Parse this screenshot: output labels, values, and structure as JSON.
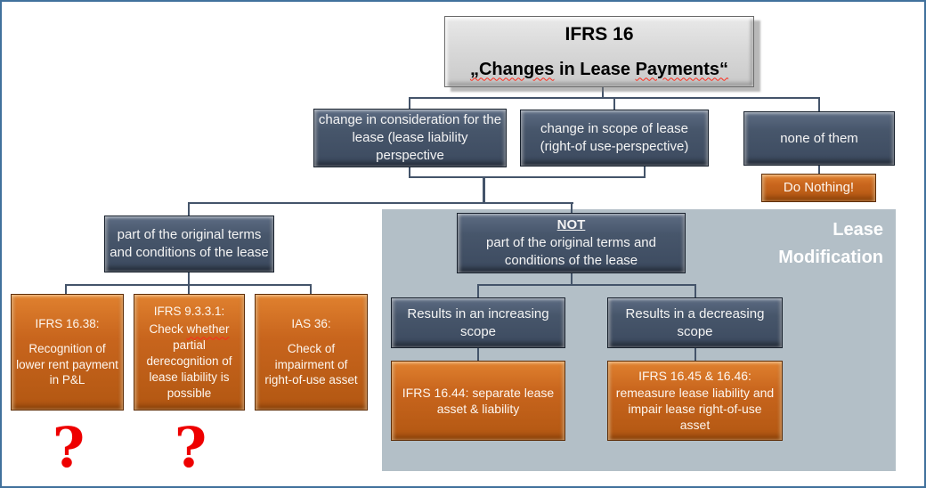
{
  "title": {
    "line1": "IFRS 16",
    "q_open": "„Changes",
    "mid": " in Lease ",
    "w2": "Payments“"
  },
  "level2": {
    "consideration": "change in consideration for the lease (lease liability perspective",
    "scope": "change in scope of lease (right-of use-perspective)",
    "none": "none of them"
  },
  "actions": {
    "do_nothing": "Do Nothing!"
  },
  "level3": {
    "original_terms": "part of the original terms and conditions of the lease",
    "not_emphasis": "NOT",
    "not_rest": "part of the original terms and conditions of the lease"
  },
  "region": {
    "label_line1": "Lease",
    "label_line2": "Modification"
  },
  "level4": {
    "increasing": "Results in an increasing scope",
    "decreasing": "Results in a decreasing scope"
  },
  "outcomes": {
    "ifrs_16_38_heading": "IFRS 16.38:",
    "ifrs_16_38_body": "Recognition of lower rent payment in P&L",
    "ifrs_9331_heading": "IFRS 9.3.3.1:",
    "ifrs_9331_pre": "Check ",
    "ifrs_9331_marked": "whether",
    "ifrs_9331_post": " partial derecognition of lease liability is possible",
    "ias_36_heading": "IAS 36:",
    "ias_36_body": "Check of impairment of right-of-use asset",
    "ifrs_16_44": "IFRS 16.44: separate lease asset & liability",
    "ifrs_16_45": "IFRS 16.45 & 16.46: remeasure lease liability and impair lease right-of-use asset"
  },
  "annotations": {
    "question_mark_1": "?",
    "question_mark_2": "?"
  },
  "colors": {
    "dark_node": "#47566b",
    "orange_node": "#c8651d",
    "region_background": "#b3bfc7",
    "title_background": "#d9d9d9",
    "connector": "#44546a",
    "frame_border": "#41719c",
    "question_mark": "#ee0000",
    "misspell_underline": "#ff2a1a"
  }
}
